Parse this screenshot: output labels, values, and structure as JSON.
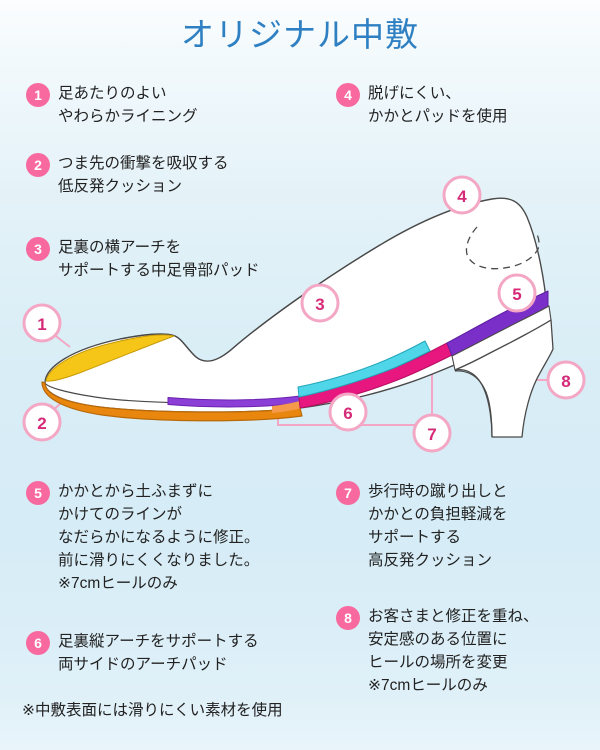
{
  "title": "オリジナル中敷",
  "colors": {
    "title": "#2f80c2",
    "badge": "#f7699f",
    "callout_outline": "#f3a7c4",
    "lining_toe": "#f5c518",
    "sole_orange": "#e8860e",
    "arch_purple": "#8b3fd6",
    "metatarsal_cyan": "#4fd6e8",
    "arch_pad_magenta": "#e8167f",
    "heel_purple": "#7b2fc9",
    "background_top": "#fbfdfe",
    "background_bottom": "#e8f4fa"
  },
  "features": [
    {
      "num": "1",
      "text": "足あたりのよい\nやわらかライニング"
    },
    {
      "num": "2",
      "text": "つま先の衝撃を吸収する\n低反発クッション"
    },
    {
      "num": "3",
      "text": "足裏の横アーチを\nサポートする中足骨部パッド"
    },
    {
      "num": "4",
      "text": "脱げにくい、\nかかとパッドを使用"
    },
    {
      "num": "5",
      "text": "かかとから土ふまずに\nかけてのラインが\nなだらかになるように修正。\n前に滑りにくくなりました。\n※7cmヒールのみ"
    },
    {
      "num": "6",
      "text": "足裏縦アーチをサポートする\n両サイドのアーチパッド"
    },
    {
      "num": "7",
      "text": "歩行時の蹴り出しと\nかかとの負担軽減を\nサポートする\n高反発クッション"
    },
    {
      "num": "8",
      "text": "お客さまと修正を重ね、\n安定感のある位置に\nヒールの場所を変更\n※7cmヒールのみ"
    }
  ],
  "footnote": "※中敷表面には滑りにくい素材を使用",
  "callouts": [
    {
      "num": "1",
      "label": "callout-1-toe-lining"
    },
    {
      "num": "2",
      "label": "callout-2-toe-cushion"
    },
    {
      "num": "3",
      "label": "callout-3-metatarsal-pad"
    },
    {
      "num": "4",
      "label": "callout-4-heel-pad"
    },
    {
      "num": "5",
      "label": "callout-5-heel-arch-line"
    },
    {
      "num": "6",
      "label": "callout-6-arch-pad"
    },
    {
      "num": "7",
      "label": "callout-7-forefoot-cushion"
    },
    {
      "num": "8",
      "label": "callout-8-heel-position"
    }
  ]
}
